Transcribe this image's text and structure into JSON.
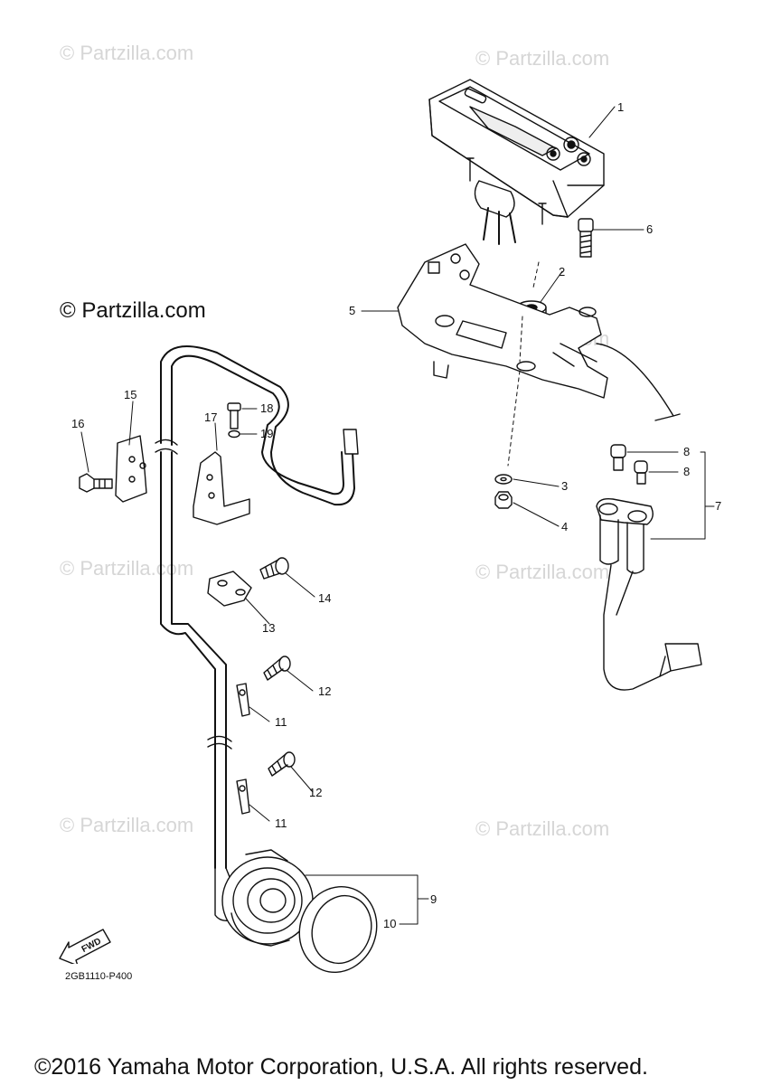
{
  "watermarks": {
    "main": "© Partzilla.com",
    "faint": "© Partzilla.com"
  },
  "callouts": [
    "1",
    "2",
    "3",
    "4",
    "5",
    "6",
    "7",
    "8",
    "8",
    "9",
    "10",
    "11",
    "11",
    "12",
    "12",
    "13",
    "14",
    "15",
    "16",
    "17",
    "18",
    "19"
  ],
  "fwd_label": "FWD",
  "diagram_code": "2GB1110-P400",
  "copyright": "©2016 Yamaha Motor Corporation, U.S.A. All rights reserved.",
  "colors": {
    "line": "#111111",
    "watermark": "#d6d6d6",
    "background": "#ffffff"
  }
}
